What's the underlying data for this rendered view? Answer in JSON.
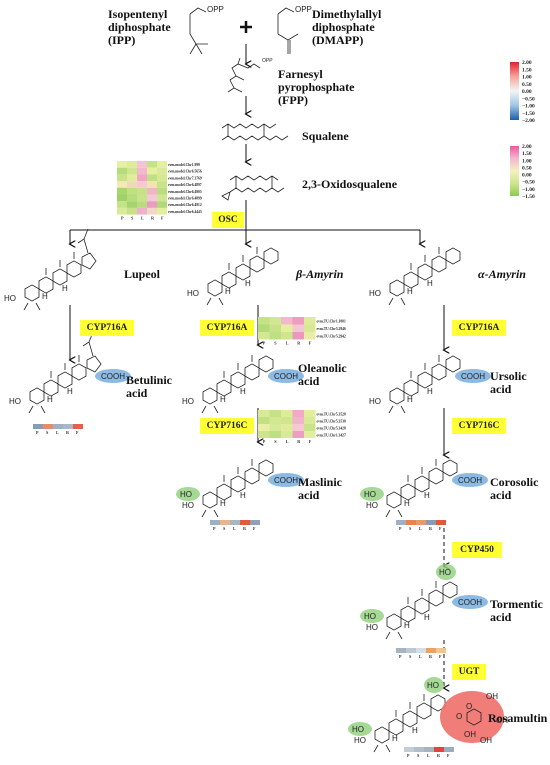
{
  "labels": {
    "ipp": "Isopentenyl\ndiphosphate\n(IPP)",
    "dmapp": "Dimethylallyl\ndiphosphate\n(DMAPP)",
    "fpp": "Farnesyl\npyrophosphate\n(FPP)",
    "squalene": "Squalene",
    "oxido": "2,3-Oxidosqualene",
    "lupeol": "Lupeol",
    "bamyrin": "β-Amyrin",
    "aamyrin": "α-Amyrin",
    "betulinic": "Betulinic\nacid",
    "oleanolic": "Oleanolic\nacid",
    "ursolic": "Ursolic\nacid",
    "maslinic": "Maslinic\nacid",
    "corosolic": "Corosolic\nacid",
    "tormentic": "Tormentic\nacid",
    "rosamultin": "Rosamultin"
  },
  "substituents": {
    "opp": "OPP",
    "cooh": "COOH",
    "ho": "HO",
    "h": "H",
    "o": "O",
    "oh": "OH"
  },
  "enzymes": {
    "osc": "OSC",
    "cyp716a_lup": "CYP716A",
    "cyp716a_b": "CYP716A",
    "cyp716a_a": "CYP716A",
    "cyp716c_b": "CYP716C",
    "cyp716c_a": "CYP716C",
    "cyp450": "CYP450",
    "ugt": "UGT"
  },
  "heatmap_columns": [
    "P",
    "S",
    "L",
    "R",
    "F"
  ],
  "heatmaps": {
    "osc": {
      "genes": [
        "evm.model.Chr1.999",
        "evm.model.Chr6.5656",
        "evm.model.Chr7.3769",
        "evm.model.Chr6.4897",
        "evm.model.Chr6.4905",
        "evm.model.Chr6.4899",
        "evm.model.Chr6.4912",
        "evm.model.Chr6.4443"
      ],
      "colors": [
        [
          "#e6f0a4",
          "#dcec9a",
          "#f6c2d6",
          "#c4e28a",
          "#e6efa0"
        ],
        [
          "#b6dc7c",
          "#cfe58e",
          "#f2b8cc",
          "#e6efa0",
          "#dbe998"
        ],
        [
          "#c9e38a",
          "#e0eb9c",
          "#f0a6c4",
          "#c0e084",
          "#d5e894"
        ],
        [
          "#f4e8b4",
          "#edd9b8",
          "#f7c8d2",
          "#f2e4b0",
          "#c9e38a"
        ],
        [
          "#a8d66e",
          "#bfe082",
          "#c6e188",
          "#f0b6c8",
          "#b9de7e"
        ],
        [
          "#9ed266",
          "#b6dc7c",
          "#c9e38a",
          "#f4c8d6",
          "#d0e690"
        ],
        [
          "#c4e286",
          "#a6d46c",
          "#b8dd7e",
          "#ec9cc0",
          "#b0da78"
        ],
        [
          "#d8ea98",
          "#c6e188",
          "#ecb2cc",
          "#f2d7c8",
          "#e4ee9e"
        ]
      ]
    },
    "cyp716a": {
      "genes": [
        "evm.TU.Chr1.1001",
        "evm.TU.Chr5.2946",
        "evm.TU.Chr5.2942"
      ],
      "colors": [
        [
          "#c4e286",
          "#d3e793",
          "#f2b8cc",
          "#ee9cc0",
          "#dcec9a"
        ],
        [
          "#b4db7a",
          "#c8e28a",
          "#e6efa0",
          "#f4c6d4",
          "#d8e996"
        ],
        [
          "#d4e894",
          "#bfe082",
          "#cfe58e",
          "#ec98bc",
          "#e8eca6"
        ]
      ]
    },
    "cyp716c": {
      "genes": [
        "evm.TU.Chr5.3528",
        "evm.TU.Chr5.3530",
        "evm.TU.Chr5.3428",
        "evm.TU.Chr1.3427"
      ],
      "colors": [
        [
          "#d8ea98",
          "#c6e188",
          "#dcec9a",
          "#f0aac6",
          "#e2ed9e"
        ],
        [
          "#c2e184",
          "#d2e792",
          "#cfe58e",
          "#f2b4ca",
          "#dbe998"
        ],
        [
          "#e8eea4",
          "#d6e996",
          "#e0eb9c",
          "#f6c8d4",
          "#c9e38a"
        ],
        [
          "#cde48c",
          "#bfe082",
          "#d8ea98",
          "#ee9ec0",
          "#e2ed9e"
        ]
      ]
    }
  },
  "scales": {
    "blue_red": {
      "ticks": [
        "2.00",
        "1.50",
        "1.00",
        "0.50",
        "0.00",
        "−0.50",
        "−1.00",
        "−1.50",
        "−2.00"
      ],
      "stops": [
        "#e4202a",
        "#f5a49a",
        "#f4f4f4",
        "#9ec5e5",
        "#1d5fa8"
      ]
    },
    "green_pink": {
      "ticks": [
        "2.00",
        "1.50",
        "1.00",
        "0.50",
        "0.00",
        "−0.50",
        "−1.00",
        "−1.50"
      ],
      "stops": [
        "#ea5b9e",
        "#f3b6cf",
        "#f4f1c0",
        "#cfe58e",
        "#8ccc4a"
      ]
    }
  },
  "bar_strips": {
    "betulinic": [
      "#8a9cb0",
      "#e58c6a",
      "#9fb0c2",
      "#aab8c6",
      "#e45f4c"
    ],
    "maslinic": [
      "#9fb0c2",
      "#eab48c",
      "#a8b6c4",
      "#e2573f",
      "#8fa2b6"
    ],
    "corosolic": [
      "#9fb0c2",
      "#e8834f",
      "#e49a6f",
      "#8a9cb0",
      "#e2573f"
    ],
    "tormentic": [
      "#a6b4c2",
      "#bcc8d2",
      "#d8dde2",
      "#e8a266",
      "#f2c48e"
    ],
    "rosamultin": [
      "#c4ccd4",
      "#b2bec8",
      "#a6b4c2",
      "#e2443a",
      "#9aacbe"
    ]
  }
}
